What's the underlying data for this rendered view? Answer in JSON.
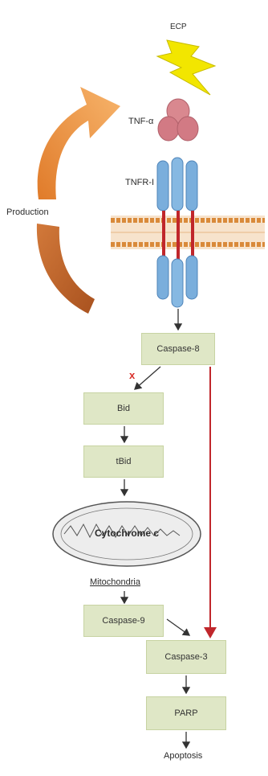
{
  "labels": {
    "ecp": "ECP",
    "tnf_alpha": "TNF-α",
    "tnfr": "TNFR-I",
    "production": "Production",
    "cytochrome": "Cytochrome c",
    "mitochondria": "Mitochondria",
    "apoptosis": "Apoptosis",
    "inhibit_mark": "x"
  },
  "boxes": {
    "caspase8": "Caspase-8",
    "bid": "Bid",
    "tbid": "tBid",
    "caspase9": "Caspase-9",
    "caspase3": "Caspase-3",
    "parp": "PARP"
  },
  "colors": {
    "box_fill": "#dfe7c6",
    "box_border": "#c7d3a2",
    "arrow": "#333333",
    "direct_path": "#c0262b",
    "inhibit_mark": "#d9302b",
    "lightning": "#f2e600",
    "tnf_alpha": "#d9888f",
    "receptor": "#7aaedc",
    "membrane": "#d98a3a",
    "production_arrow_light": "#f29a4a",
    "production_arrow_dark": "#c0612b",
    "mitochondria_fill": "#ededed"
  }
}
